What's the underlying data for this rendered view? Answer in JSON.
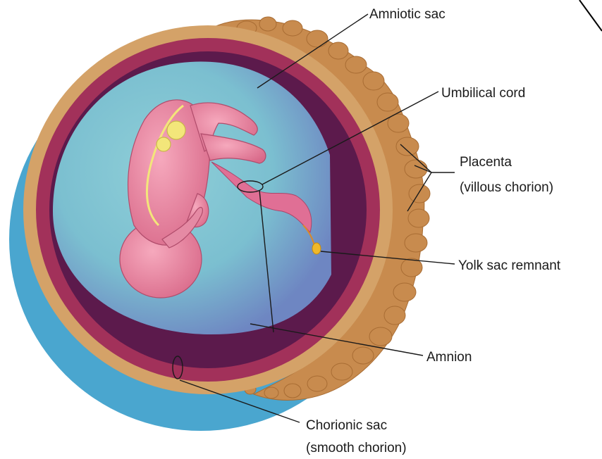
{
  "labels": {
    "amniotic_sac": "Amniotic sac",
    "umbilical_cord": "Umbilical cord",
    "placenta_line1": "Placenta",
    "placenta_line2": "(villous chorion)",
    "yolk_sac_remnant": "Yolk sac remnant",
    "amnion": "Amnion",
    "chorionic_sac_line1": "Chorionic sac",
    "chorionic_sac_line2": "(smooth chorion)"
  },
  "colors": {
    "amniotic_fluid": "#7ec3d0",
    "amnion_band": "#5c1a4c",
    "chorion_band": "#a2315a",
    "chorion_tan": "#d4a268",
    "smooth_chorion_blue": "#4aa6cf",
    "villi": "#c88b4e",
    "embryo": "#e88aa4",
    "yolk": "#f0b829"
  }
}
